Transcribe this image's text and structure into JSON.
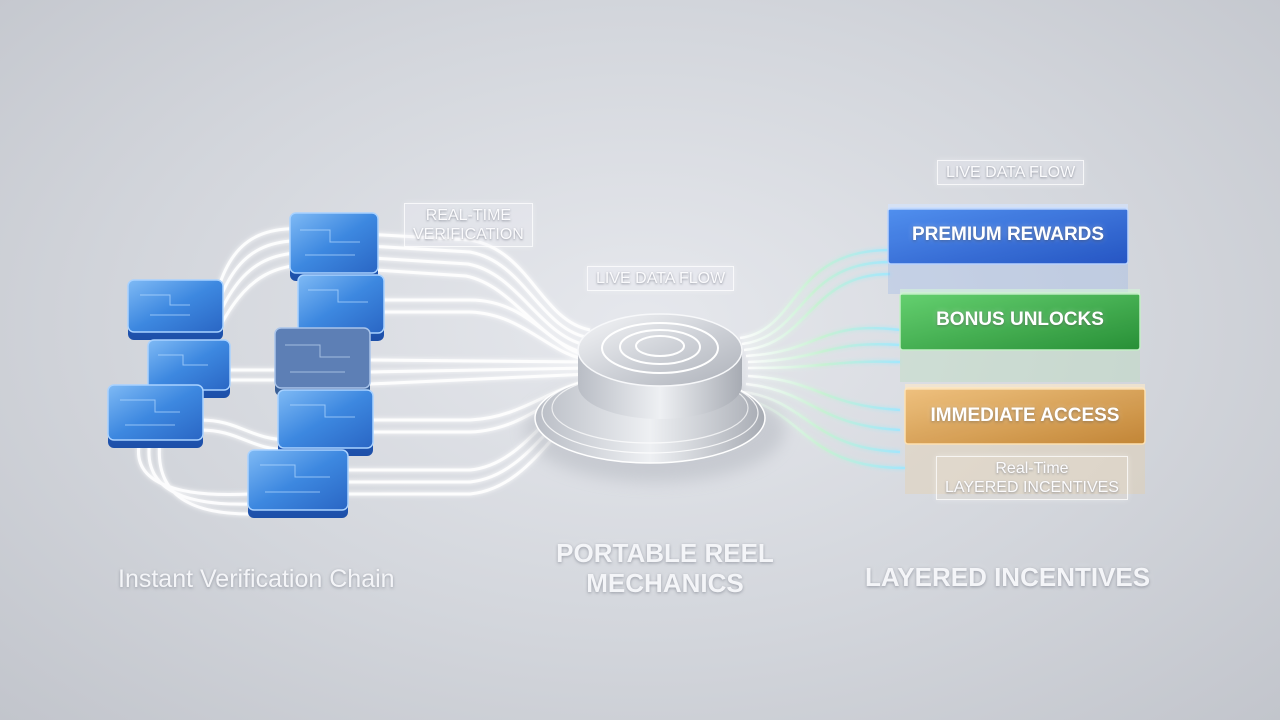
{
  "captions": {
    "left": "Instant Verification Chain",
    "center_line1": "PORTABLE REEL",
    "center_line2": "MECHANICS",
    "right": "LAYERED INCENTIVES"
  },
  "tags": {
    "realtime_verification_line1": "REAL-TIME",
    "realtime_verification_line2": "VERIFICATION",
    "live_data_flow_center": "LIVE DATA FLOW",
    "live_data_flow_right": "LIVE DATA FLOW",
    "realtime_incentives_line1": "Real-Time",
    "realtime_incentives_line2": "LAYERED INCENTIVES"
  },
  "panels": [
    {
      "label": "PREMIUM REWARDS",
      "color": "#2f6fe0"
    },
    {
      "label": "BONUS UNLOCKS",
      "color": "#2fae3f"
    },
    {
      "label": "IMMEDIATE ACCESS",
      "color": "#d99a3a"
    }
  ],
  "colors": {
    "chip": "#3f8fe8",
    "chip_edge": "#9ccaff",
    "wire": "#ffffff",
    "disc": "#dfe2e8"
  }
}
